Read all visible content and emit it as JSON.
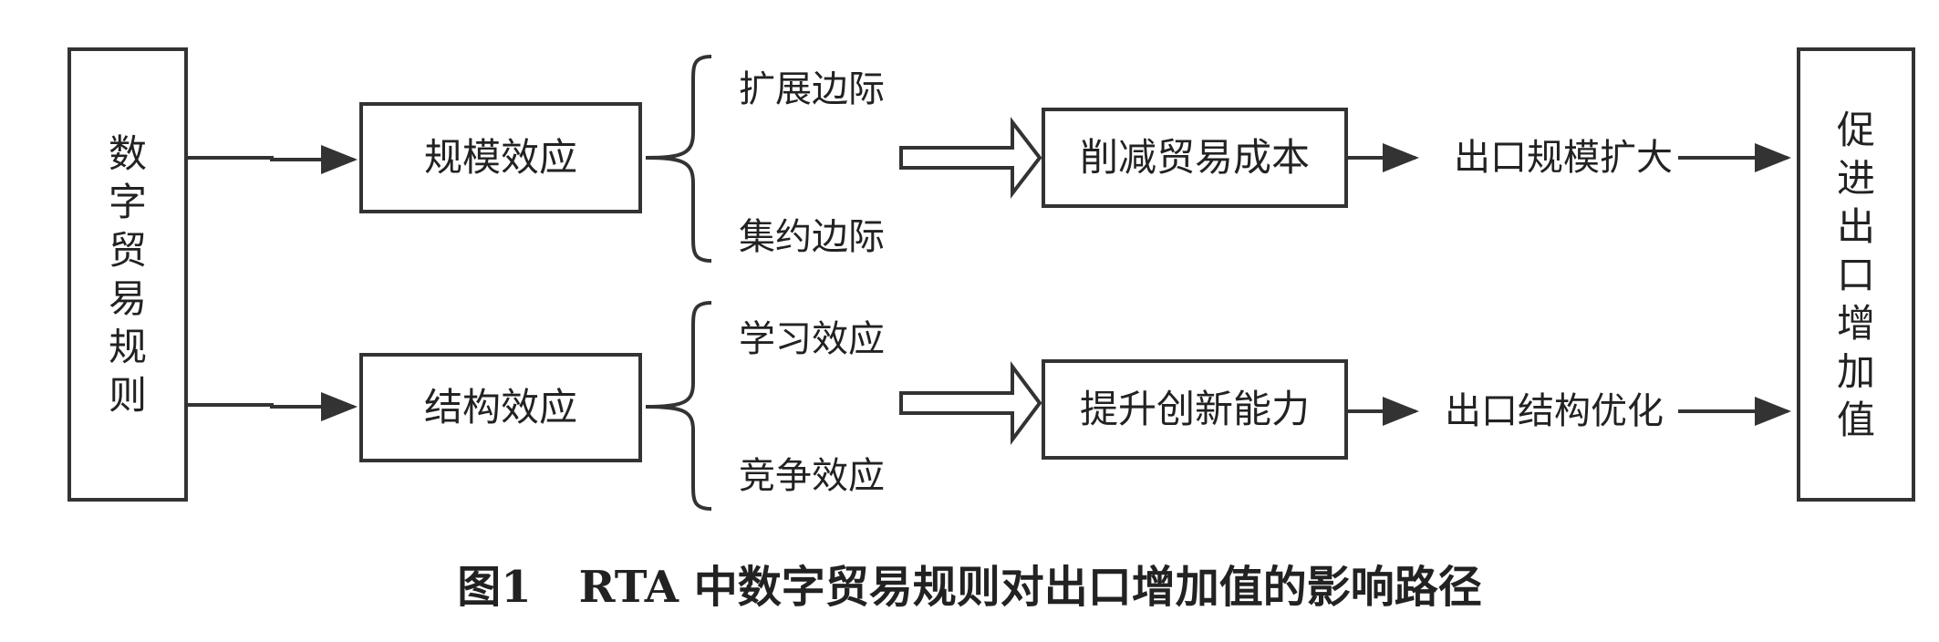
{
  "diagram": {
    "left_box": {
      "chars": [
        "数",
        "字",
        "贸",
        "易",
        "规",
        "则"
      ]
    },
    "right_box": {
      "chars": [
        "促",
        "进",
        "出",
        "口",
        "增",
        "加",
        "值"
      ]
    },
    "scale_effect": {
      "label": "规模效应",
      "branches": [
        "扩展边际",
        "集约边际"
      ],
      "mechanism": "削减贸易成本",
      "outcome": "出口规模扩大"
    },
    "structure_effect": {
      "label": "结构效应",
      "branches": [
        "学习效应",
        "竞争效应"
      ],
      "mechanism": "提升创新能力",
      "outcome": "出口结构优化"
    }
  },
  "caption": {
    "figure_number": "图1",
    "title": "RTA 中数字贸易规则对出口增加值的影响路径"
  }
}
